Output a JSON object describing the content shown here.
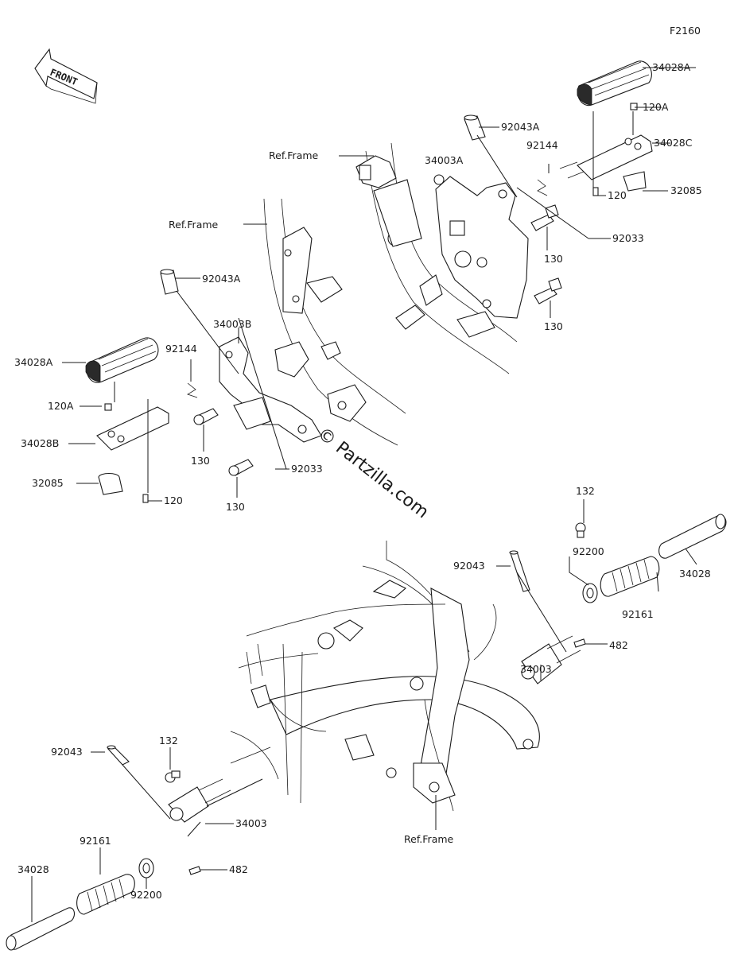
{
  "diagram_code": "F2160",
  "front_arrow": {
    "text": "FRONT",
    "icon": "front-arrow-icon"
  },
  "watermark": "© Partzilla.com",
  "labels": {
    "p34028A_top": "34028A",
    "p120A_top": "120A",
    "p34028C": "34028C",
    "p32085_top": "32085",
    "p120_top": "120",
    "p92043A_top": "92043A",
    "p92144_top": "92144",
    "p34003A": "34003A",
    "ref_frame_top": "Ref.Frame",
    "p92033_top": "92033",
    "p130_top1": "130",
    "p130_top2": "130",
    "ref_frame_mid": "Ref.Frame",
    "p92043A_left": "92043A",
    "p34003B": "34003B",
    "p92144_left": "92144",
    "p34028A_left": "34028A",
    "p120A_left": "120A",
    "p34028B": "34028B",
    "p32085_left": "32085",
    "p120_left": "120",
    "p130_left1": "130",
    "p130_left2": "130",
    "p92033_left": "92033",
    "p132_right": "132",
    "p92043_right": "92043",
    "p92200_right": "92200",
    "p34028_right": "34028",
    "p92161_right": "92161",
    "p482_right": "482",
    "p34003_right": "34003",
    "p92043_left": "92043",
    "p132_left": "132",
    "p34003_left": "34003",
    "p92161_left": "92161",
    "p482_left": "482",
    "p34028_left": "34028",
    "p92200_left": "92200",
    "ref_frame_bottom": "Ref.Frame"
  }
}
